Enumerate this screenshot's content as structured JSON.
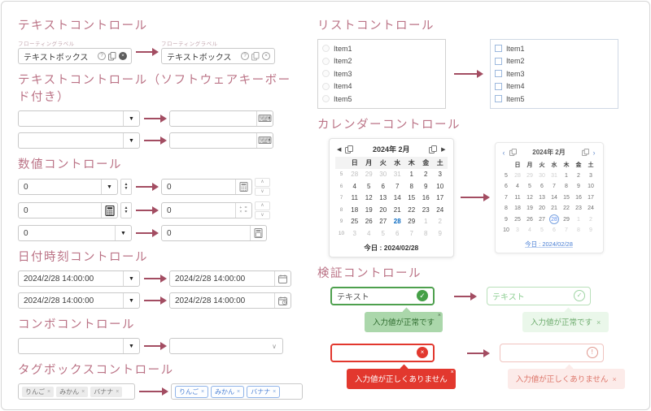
{
  "left": {
    "text": {
      "title": "テキストコントロール",
      "floating_label": "フローティングラベル",
      "value": "テキストボックス"
    },
    "text_kbd": {
      "title": "テキストコントロール（ソフトウェアキーボード付き）"
    },
    "numeric": {
      "title": "数値コントロール",
      "value": "0"
    },
    "datetime": {
      "title": "日付時刻コントロール",
      "value": "2024/2/28 14:00:00"
    },
    "combo": {
      "title": "コンボコントロール"
    },
    "tagbox": {
      "title": "タグボックスコントロール",
      "tags": [
        "りんご",
        "みかん",
        "バナナ"
      ],
      "remove_glyph": "×"
    }
  },
  "right": {
    "list": {
      "title": "リストコントロール",
      "items": [
        "Item1",
        "Item2",
        "Item3",
        "Item4",
        "Item5"
      ]
    },
    "calendar": {
      "title": "カレンダーコントロール",
      "month_label": "2024年 2月",
      "day_headers": [
        "日",
        "月",
        "火",
        "水",
        "木",
        "金",
        "土"
      ],
      "weeks": [
        {
          "num": 5,
          "days": [
            {
              "d": 28,
              "muted": true
            },
            {
              "d": 29,
              "muted": true
            },
            {
              "d": 30,
              "muted": true
            },
            {
              "d": 31,
              "muted": true
            },
            {
              "d": 1
            },
            {
              "d": 2
            },
            {
              "d": 3
            }
          ]
        },
        {
          "num": 6,
          "days": [
            {
              "d": 4
            },
            {
              "d": 5
            },
            {
              "d": 6
            },
            {
              "d": 7
            },
            {
              "d": 8
            },
            {
              "d": 9
            },
            {
              "d": 10
            }
          ]
        },
        {
          "num": 7,
          "days": [
            {
              "d": 11
            },
            {
              "d": 12
            },
            {
              "d": 13
            },
            {
              "d": 14
            },
            {
              "d": 15
            },
            {
              "d": 16
            },
            {
              "d": 17
            }
          ]
        },
        {
          "num": 8,
          "days": [
            {
              "d": 18
            },
            {
              "d": 19
            },
            {
              "d": 20
            },
            {
              "d": 21
            },
            {
              "d": 22
            },
            {
              "d": 23
            },
            {
              "d": 24
            }
          ]
        },
        {
          "num": 9,
          "days": [
            {
              "d": 25
            },
            {
              "d": 26
            },
            {
              "d": 27
            },
            {
              "d": 28,
              "selected": true
            },
            {
              "d": 29
            },
            {
              "d": 1,
              "muted": true
            },
            {
              "d": 2,
              "muted": true
            }
          ]
        },
        {
          "num": 10,
          "days": [
            {
              "d": 3,
              "muted": true
            },
            {
              "d": 4,
              "muted": true
            },
            {
              "d": 5,
              "muted": true
            },
            {
              "d": 6,
              "muted": true
            },
            {
              "d": 7,
              "muted": true
            },
            {
              "d": 8,
              "muted": true
            },
            {
              "d": 9,
              "muted": true
            }
          ]
        }
      ],
      "today_label": "今日 : 2024/02/28"
    },
    "validation": {
      "title": "検証コントロール",
      "input_text": "テキスト",
      "success_message": "入力値が正常です",
      "error_message": "入力値が正しくありません",
      "close_glyph": "×"
    }
  },
  "icons": {
    "dropdown": "▼",
    "spin_up": "▲",
    "spin_down": "▼",
    "chevron_up": "∧",
    "chevron_down": "∨",
    "keyboard": "⌨",
    "help": "?",
    "check": "✓",
    "close": "×",
    "error": "!",
    "prev_arrow": "◀",
    "next_arrow": "▶",
    "prev_chevron": "‹",
    "next_chevron": "›"
  },
  "colors": {
    "accent_pink": "#bb7386",
    "arrow": "#a34d62",
    "success": "#45a047",
    "error": "#e2382e",
    "link_blue": "#4a7fd4",
    "selected_blue": "#0b6bc2"
  }
}
